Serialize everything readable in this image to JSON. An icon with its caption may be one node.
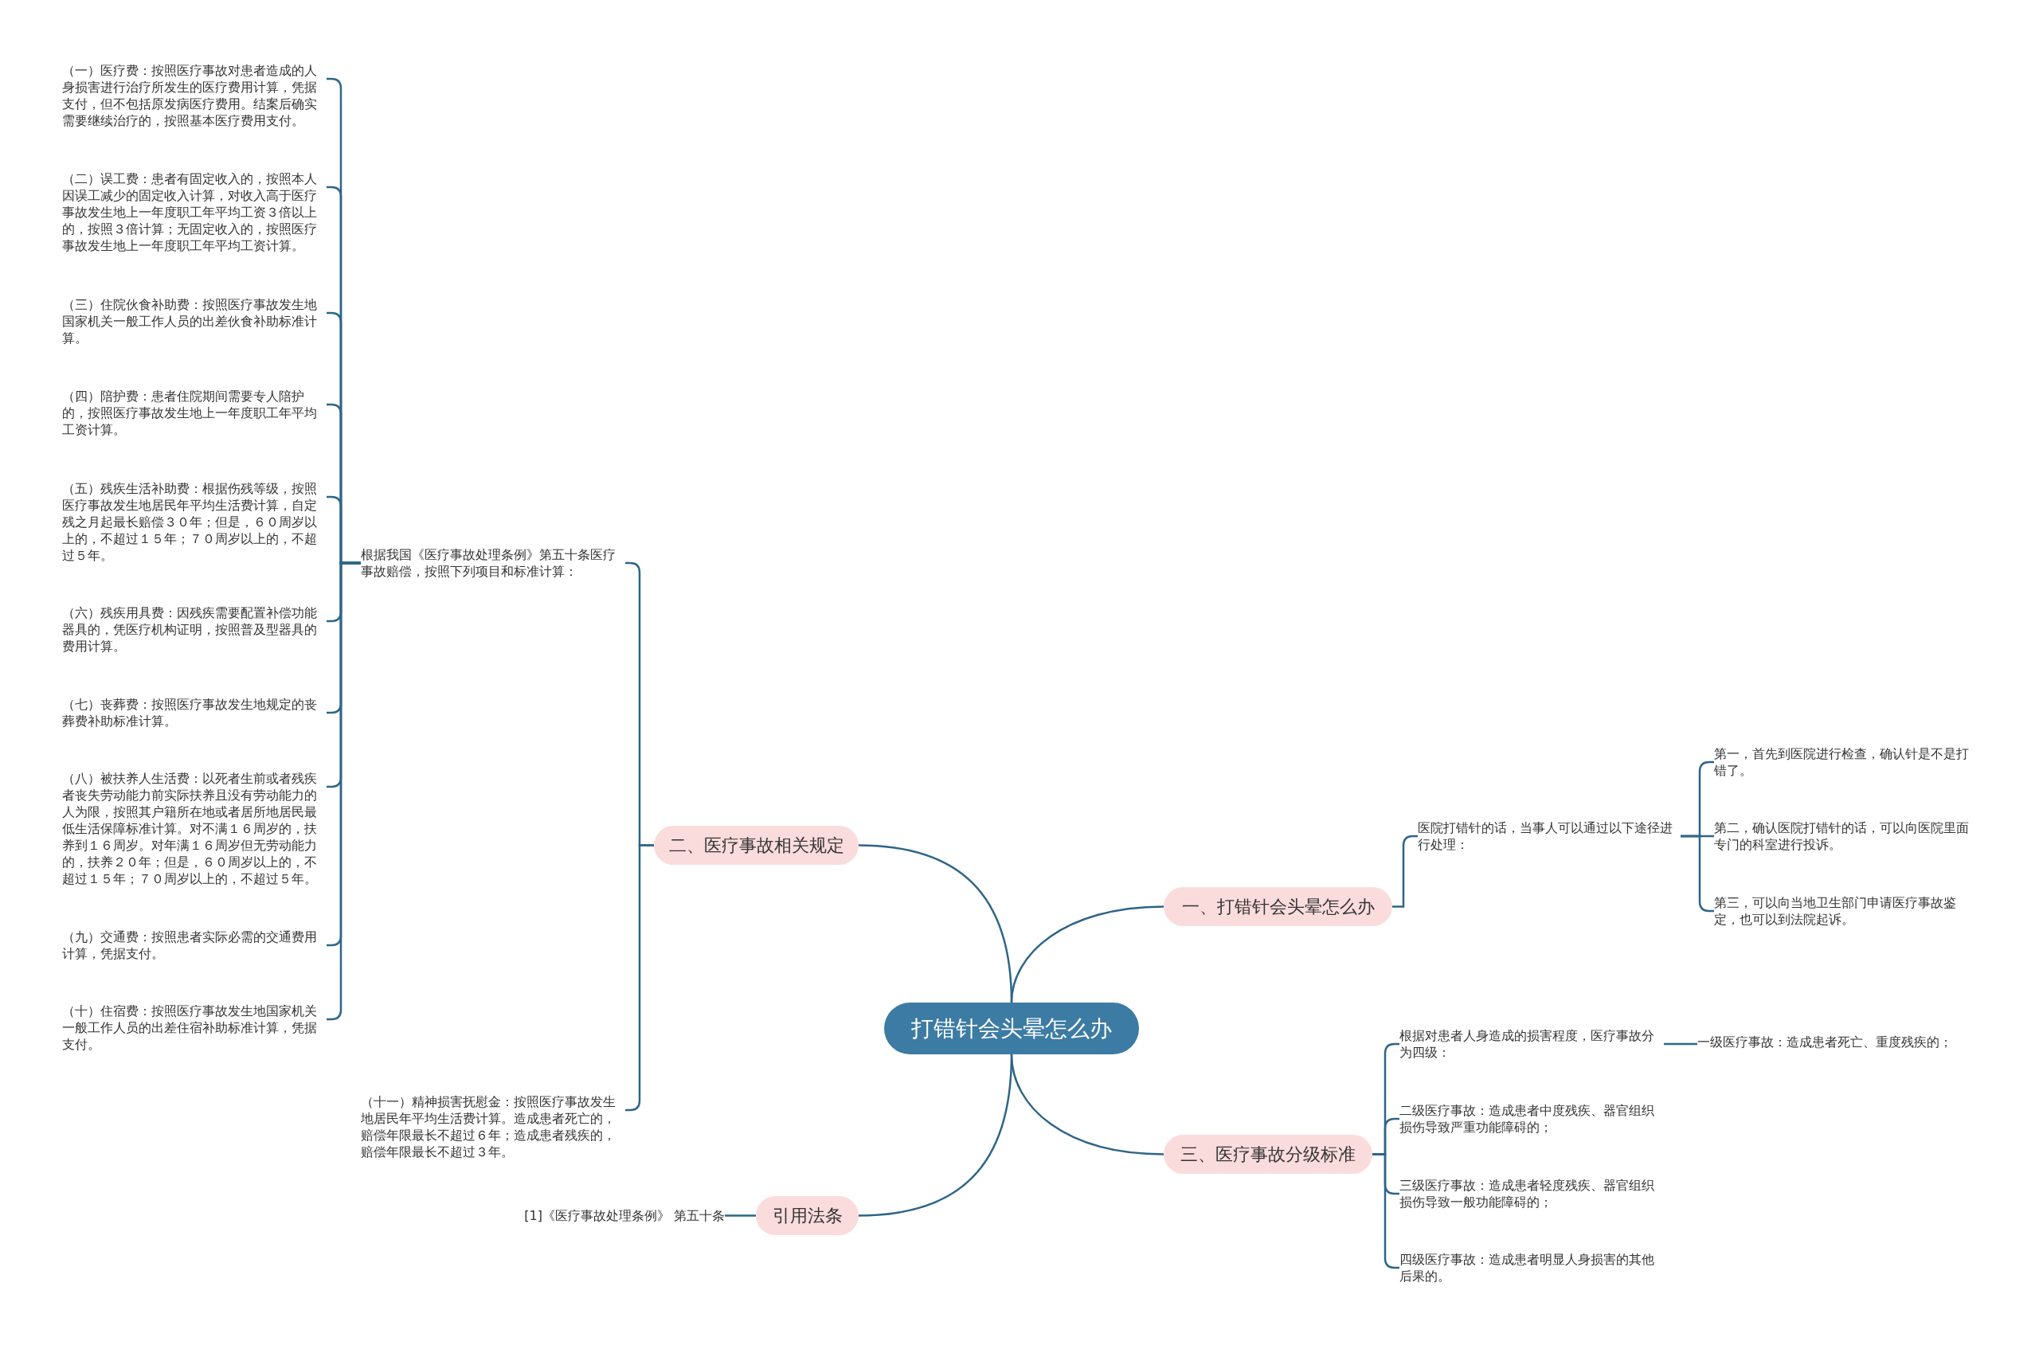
{
  "diagram": {
    "nodes": [
      {
        "text": [
          "打错针会头晕怎么办"
        ]
      },
      {
        "text": [
          "二、医疗事故相关规定"
        ]
      },
      {
        "text": [
          "根据我国《医疗事故处理条例》第五十条医疗事故赔偿，按照下列项目和标准计算："
        ]
      },
      {
        "text": [
          "（一）医疗费：按照医疗事故对患者造成的人身损害进行治疗所发生的医疗费用计算，凭据支付，但不包括原发病医疗费用。结案后确实需要继续治疗的，按照基本医疗费用支付。"
        ]
      },
      {
        "text": [
          "（二）误工费：患者有固定收入的，按照本人因误工减少的固定收入计算，对收入高于医疗事故发生地上一年度职工年平均工资３倍以上的，按照３倍计算；无固定收入的，按照医疗事故发生地上一年度职工年平均工资计算。"
        ]
      },
      {
        "text": [
          "（三）住院伙食补助费：按照医疗事故发生地国家机关一般工作人员的出差伙食补助标准计算。"
        ]
      },
      {
        "text": [
          "（四）陪护费：患者住院期间需要专人陪护的，按照医疗事故发生地上一年度职工年平均工资计算。"
        ]
      },
      {
        "text": [
          "（五）残疾生活补助费：根据伤残等级，按照医疗事故发生地居民年平均生活费计算，自定残之月起最长赔偿３０年；但是，６０周岁以上的，不超过１５年；７０周岁以上的，不超过５年。"
        ]
      },
      {
        "text": [
          "（六）残疾用具费：因残疾需要配置补偿功能器具的，凭医疗机构证明，按照普及型器具的费用计算。"
        ]
      },
      {
        "text": [
          "（七）丧葬费：按照医疗事故发生地规定的丧葬费补助标准计算。"
        ]
      },
      {
        "text": [
          "（八）被扶养人生活费：以死者生前或者残疾者丧失劳动能力前实际扶养且没有劳动能力的人为限，按照其户籍所在地或者居所地居民最低生活保障标准计算。对不满１６周岁的，扶养到１６周岁。对年满１６周岁但无劳动能力的，扶养２０年；但是，６０周岁以上的，不超过１５年；７０周岁以上的，不超过５年。"
        ]
      },
      {
        "text": [
          "（九）交通费：按照患者实际必需的交通费用计算，凭据支付。"
        ]
      },
      {
        "text": [
          "（十）住宿费：按照医疗事故发生地国家机关一般工作人员的出差住宿补助标准计算，凭据支付。"
        ]
      },
      {
        "text": [
          "（十一）精神损害抚慰金：按照医疗事故发生地居民年平均生活费计算。造成患者死亡的，赔偿年限最长不超过６年；造成患者残疾的，赔偿年限最长不超过３年。"
        ]
      },
      {
        "text": [
          "一、打错针会头晕怎么办"
        ]
      },
      {
        "text": [
          "医院打错针的话，当事人可以通过以下途径进行处理："
        ]
      },
      {
        "text": [
          "第一，首先到医院进行检查，确认针是不是打错了。"
        ]
      },
      {
        "text": [
          "第二，确认医院打错针的话，可以向医院里面专门的科室进行投诉。"
        ]
      },
      {
        "text": [
          "第三，可以向当地卫生部门申请医疗事故鉴定，也可以到法院起诉。"
        ]
      },
      {
        "text": [
          "三、医疗事故分级标准"
        ]
      },
      {
        "text": [
          "根据对患者人身造成的损害程度，医疗事故分为四级："
        ]
      },
      {
        "text": [
          "一级医疗事故：造成患者死亡、重度残疾的；"
        ]
      },
      {
        "text": [
          "二级医疗事故：造成患者中度残疾、器官组织损伤导致严重功能障碍的；"
        ]
      },
      {
        "text": [
          "三级医疗事故：造成患者轻度残疾、器官组织损伤导致一般功能障碍的；"
        ]
      },
      {
        "text": [
          "四级医疗事故：造成患者明显人身损害的其他后果的。"
        ]
      },
      {
        "text": [
          "引用法条"
        ]
      },
      {
        "text": [
          "[1]《医疗事故处理条例》 第五十条"
        ]
      }
    ],
    "edges": [
      {
        "from": 0,
        "to": 1,
        "arrow": "none"
      },
      {
        "from": 1,
        "to": 2,
        "arrow": "none"
      },
      {
        "from": 2,
        "to": 3,
        "arrow": "none"
      },
      {
        "from": 2,
        "to": 4,
        "arrow": "none"
      },
      {
        "from": 2,
        "to": 5,
        "arrow": "none"
      },
      {
        "from": 2,
        "to": 6,
        "arrow": "none"
      },
      {
        "from": 2,
        "to": 7,
        "arrow": "none"
      },
      {
        "from": 2,
        "to": 8,
        "arrow": "none"
      },
      {
        "from": 2,
        "to": 9,
        "arrow": "none"
      },
      {
        "from": 2,
        "to": 10,
        "arrow": "none"
      },
      {
        "from": 2,
        "to": 11,
        "arrow": "none"
      },
      {
        "from": 2,
        "to": 12,
        "arrow": "none"
      },
      {
        "from": 1,
        "to": 13,
        "arrow": "none"
      },
      {
        "from": 0,
        "to": 14,
        "arrow": "none"
      },
      {
        "from": 14,
        "to": 15,
        "arrow": "none"
      },
      {
        "from": 15,
        "to": 16,
        "arrow": "none"
      },
      {
        "from": 15,
        "to": 17,
        "arrow": "none"
      },
      {
        "from": 15,
        "to": 18,
        "arrow": "none"
      },
      {
        "from": 0,
        "to": 19,
        "arrow": "none"
      },
      {
        "from": 19,
        "to": 20,
        "arrow": "none"
      },
      {
        "from": 20,
        "to": 21,
        "arrow": "none"
      },
      {
        "from": 19,
        "to": 22,
        "arrow": "none"
      },
      {
        "from": 19,
        "to": 23,
        "arrow": "none"
      },
      {
        "from": 19,
        "to": 24,
        "arrow": "none"
      },
      {
        "from": 0,
        "to": 25,
        "arrow": "none"
      },
      {
        "from": 25,
        "to": 26,
        "arrow": "none"
      }
    ]
  }
}
